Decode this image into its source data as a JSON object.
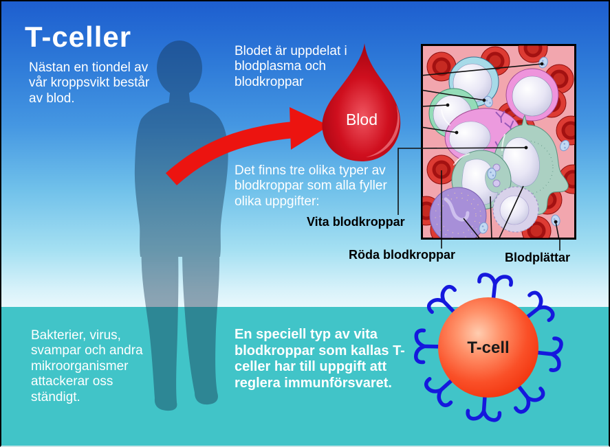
{
  "title": "T-celler",
  "paragraphs": {
    "intro": "Nästan en tiondel av vår kroppsvikt består av blod.",
    "blood_split": "Blodet är uppdelat i blodplasma och blodkroppar",
    "three_types": "Det finns tre olika typer av blodkroppar som alla fyller olika uppgifter:",
    "attackers": "Bakterier, virus, svampar och andra mikroorganismer attackerar oss ständigt.",
    "tcell_role": "En speciell typ av vita blodkroppar som kallas T-celler har till uppgift att reglera immunförsvaret."
  },
  "labels": {
    "blood_drop": "Blod",
    "white_cells": "Vita blodkroppar",
    "red_cells": "Röda blodkroppar",
    "platelets": "Blodplättar",
    "t_cell": "T-cell"
  },
  "illustrations": {
    "human_silhouette": "standing human figure silhouette",
    "red_arrow": "curved arrow from body to blood drop",
    "blood_drop": "red drop of blood",
    "blood_smear_panel": "microscopic view of blood cells in plasma",
    "t_cell_figure": "orange T-cell sphere with blue Y-shaped receptors"
  },
  "colors": {
    "sky_top": "#1d5ecf",
    "sky_bottom": "#ffffff",
    "ground_teal": "#41c4c8",
    "arrow_red": "#ec1410",
    "blood_red": "#cf0f1e",
    "plasma_pink": "#f2a6ae",
    "red_cell": "#dd3b33",
    "tcell_orange": "#fa5028",
    "receptor_blue": "#1518dd",
    "text_white": "#ffffff",
    "text_black": "#000000"
  }
}
